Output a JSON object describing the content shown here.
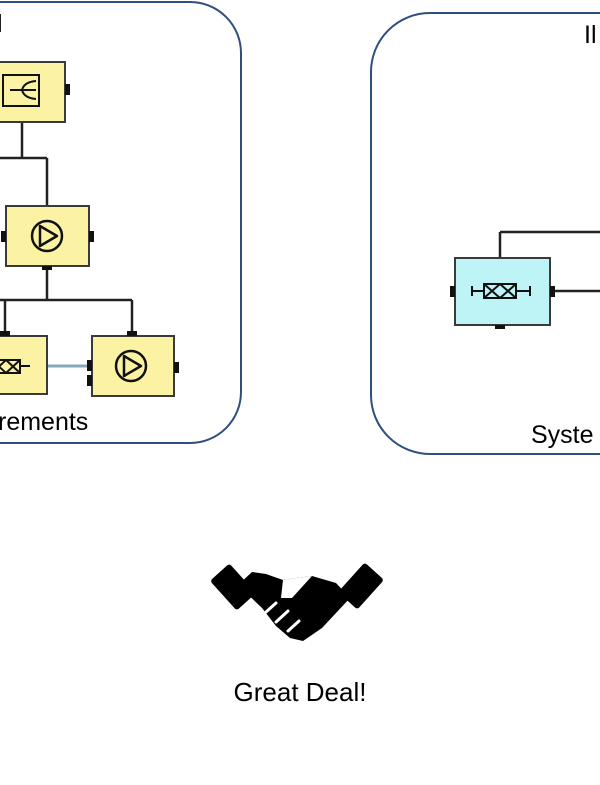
{
  "left_panel": {
    "title_fragment": "l",
    "label_fragment": "rements"
  },
  "right_panel": {
    "title_fragment": "Il",
    "label_fragment": "Syste"
  },
  "caption": "Great Deal!",
  "colors": {
    "panel_border": "#2f4f7f",
    "block_yellow": "#fbf3a3",
    "block_cyan": "#bff4f6",
    "wire": "#222222"
  },
  "icons": {
    "left_blocks": [
      "splitter-icon",
      "pump-icon",
      "valve-icon",
      "pump-icon"
    ],
    "right_blocks": [
      "valve-icon"
    ],
    "caption_icon": "handshake-icon"
  }
}
